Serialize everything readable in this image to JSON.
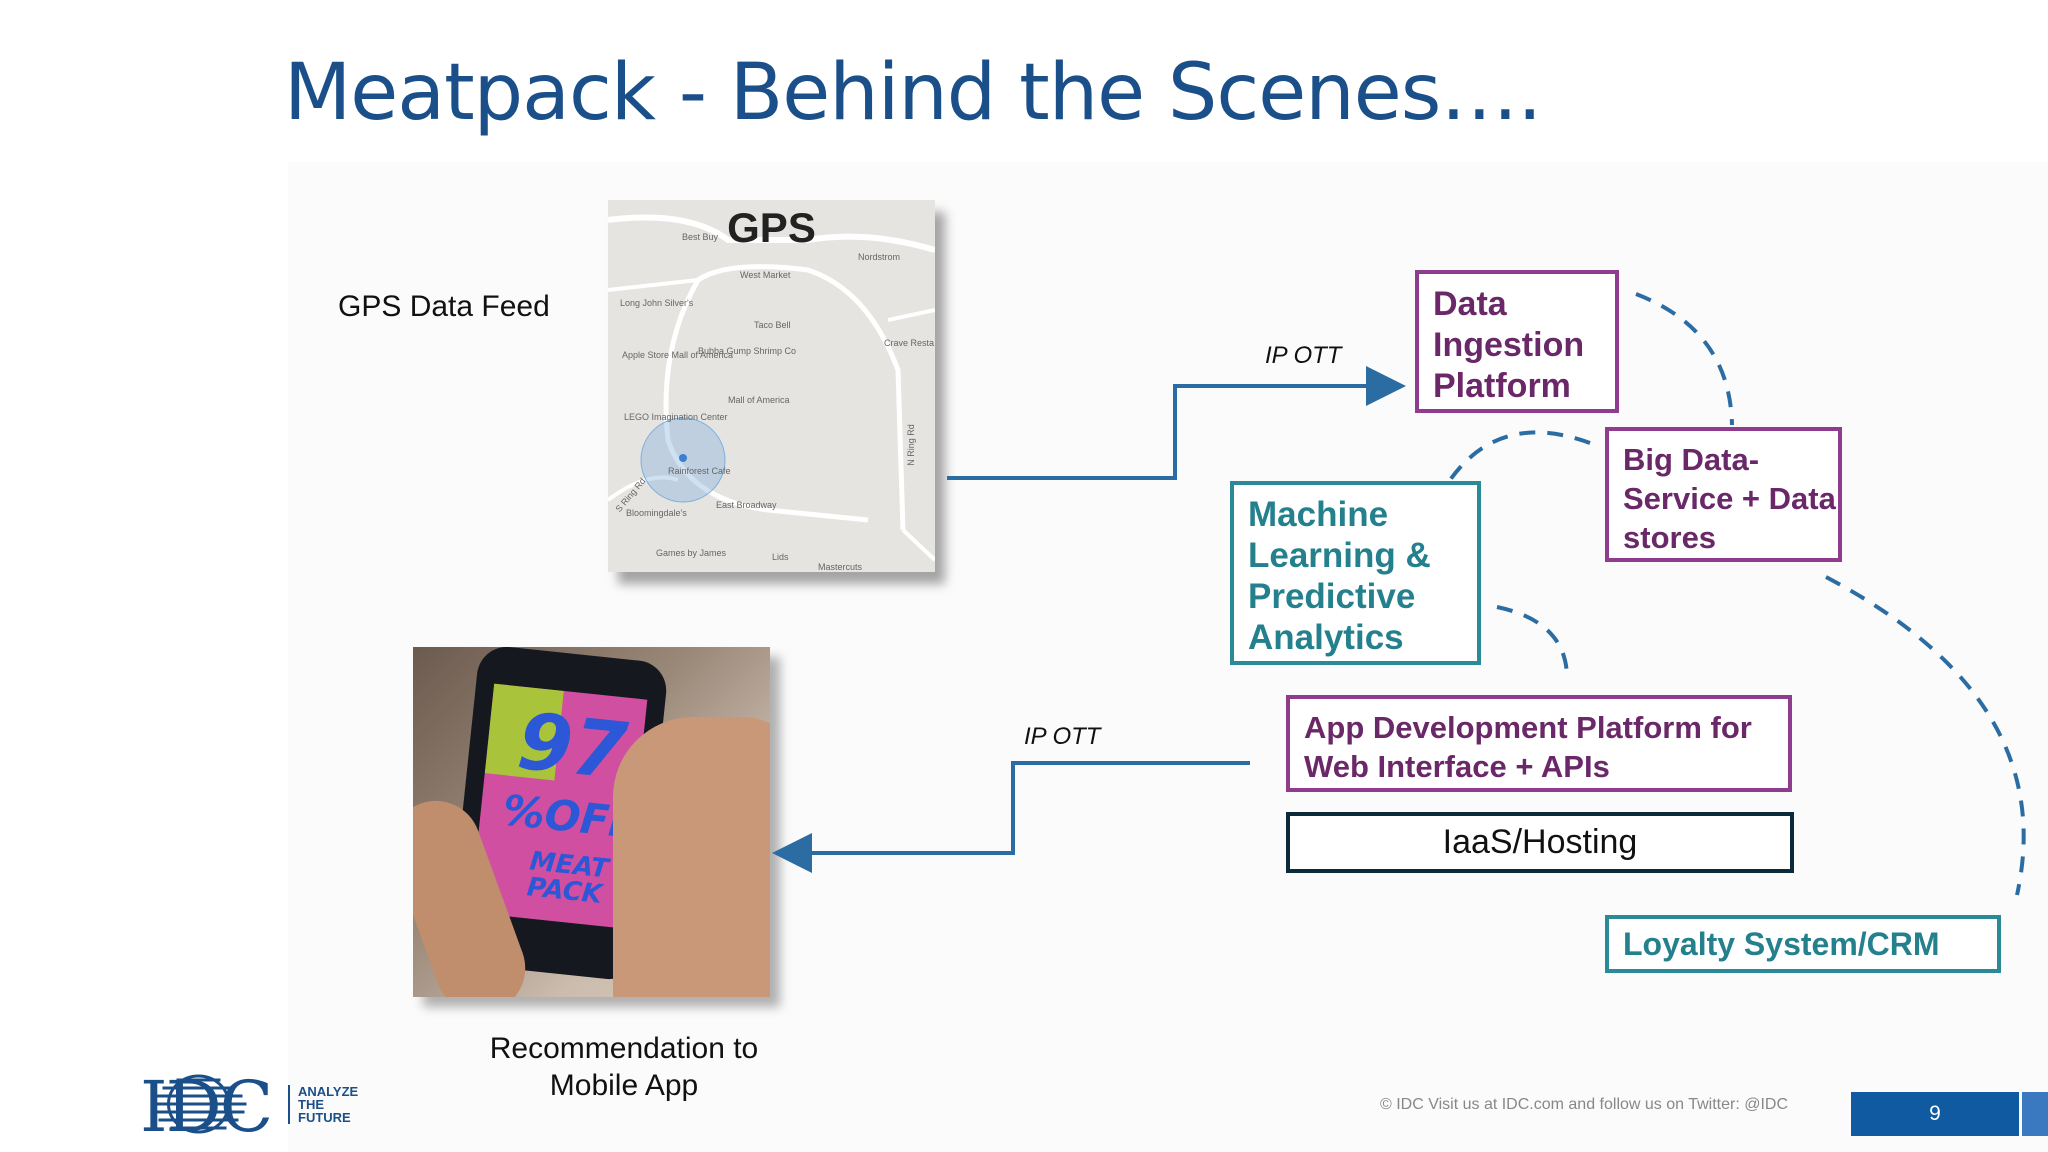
{
  "title": "Meatpack - Behind the Scenes….",
  "labels": {
    "gps_data_feed": "GPS Data Feed",
    "recommendation": "Recommendation to Mobile App",
    "ip_ott_top": "IP OTT",
    "ip_ott_bottom": "IP OTT"
  },
  "map": {
    "title": "GPS",
    "places": [
      "Best Buy",
      "Nordstrom",
      "West Market",
      "Long John Silver's",
      "Taco Bell",
      "Apple Store Mall of America",
      "Bubba Gump Shrimp Co",
      "Crave Resta Mall of Ame",
      "Mall of America",
      "LEGO Imagination Center",
      "Rainforest Cafe",
      "East Broadway",
      "Bloomingdale's",
      "Games by James",
      "Lids",
      "Mastercuts",
      "N Ring Rd",
      "S Ring Rd"
    ]
  },
  "ad": {
    "number": "97",
    "off": "%OFF",
    "small": "MEAT PACK"
  },
  "boxes": {
    "data_ingestion": "Data Ingestion Platform",
    "big_data": "Big Data- Service + Data stores",
    "machine_learning": "Machine Learning & Predictive Analytics",
    "app_development": "App Development Platform for Web Interface + APIs",
    "iaas": "IaaS/Hosting",
    "loyalty": "Loyalty System/CRM"
  },
  "logo": {
    "text": "IDC",
    "tagline": "ANALYZE THE FUTURE"
  },
  "footer": {
    "copyright": "© IDC   Visit us at IDC.com and follow us on Twitter: @IDC",
    "page_number": "9"
  },
  "colors": {
    "title": "#1b4f8a",
    "purple_box": "#8e3d8e",
    "teal_box": "#2a8a98",
    "arrow": "#2b6ca3",
    "page_box": "#0f5aa0"
  }
}
